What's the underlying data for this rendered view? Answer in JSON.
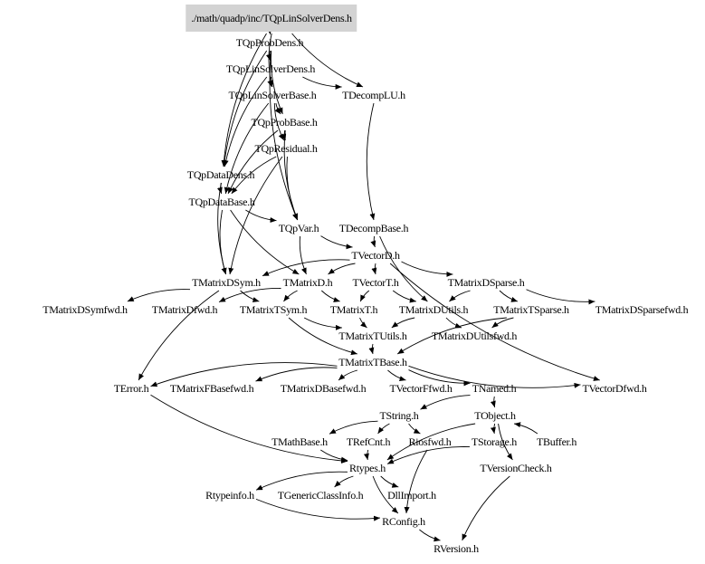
{
  "graph": {
    "root": "./math/quadp/inc/TQpLinSolverDens.h",
    "root_fill": "#d3d3d3",
    "edge_color": "#000000",
    "nodes": [
      "./math/quadp/inc/TQpLinSolverDens.h",
      "TQpProbDens.h",
      "TQpLinSolverDens.h",
      "TQpLinSolverBase.h",
      "TDecompLU.h",
      "TQpProbBase.h",
      "TQpResidual.h",
      "TQpDataDens.h",
      "TQpDataBase.h",
      "TQpVar.h",
      "TDecompBase.h",
      "TVectorD.h",
      "TMatrixDSym.h",
      "TMatrixD.h",
      "TVectorT.h",
      "TMatrixDSparse.h",
      "TMatrixDSymfwd.h",
      "TMatrixDfwd.h",
      "TMatrixTSym.h",
      "TMatrixT.h",
      "TMatrixDUtils.h",
      "TMatrixTSparse.h",
      "TMatrixDSparsefwd.h",
      "TMatrixTUtils.h",
      "TMatrixDUtilsfwd.h",
      "TMatrixTBase.h",
      "TError.h",
      "TMatrixFBasefwd.h",
      "TMatrixDBasefwd.h",
      "TVectorFfwd.h",
      "TNamed.h",
      "TVectorDfwd.h",
      "TString.h",
      "TObject.h",
      "TMathBase.h",
      "TRefCnt.h",
      "Riosfwd.h",
      "TStorage.h",
      "TBuffer.h",
      "Rtypes.h",
      "TVersionCheck.h",
      "Rtypeinfo.h",
      "TGenericClassInfo.h",
      "DllImport.h",
      "RConfig.h",
      "RVersion.h"
    ],
    "edges": [
      [
        "./math/quadp/inc/TQpLinSolverDens.h",
        "TQpProbDens.h"
      ],
      [
        "./math/quadp/inc/TQpLinSolverDens.h",
        "TQpDataDens.h"
      ],
      [
        "./math/quadp/inc/TQpLinSolverDens.h",
        "TDecompLU.h"
      ],
      [
        "./math/quadp/inc/TQpLinSolverDens.h",
        "TQpLinSolverBase.h"
      ],
      [
        "TQpProbDens.h",
        "TQpLinSolverDens.h"
      ],
      [
        "TQpProbDens.h",
        "TQpProbBase.h"
      ],
      [
        "TQpProbDens.h",
        "TQpDataDens.h"
      ],
      [
        "TQpProbDens.h",
        "TQpVar.h"
      ],
      [
        "TQpLinSolverDens.h",
        "TQpLinSolverBase.h"
      ],
      [
        "TQpLinSolverDens.h",
        "TDecompLU.h"
      ],
      [
        "TQpLinSolverDens.h",
        "TQpDataDens.h"
      ],
      [
        "TQpLinSolverBase.h",
        "TQpProbBase.h"
      ],
      [
        "TQpLinSolverBase.h",
        "TQpResidual.h"
      ],
      [
        "TQpLinSolverBase.h",
        "TQpDataBase.h"
      ],
      [
        "TQpProbBase.h",
        "TQpResidual.h"
      ],
      [
        "TQpProbBase.h",
        "TQpDataBase.h"
      ],
      [
        "TQpProbBase.h",
        "TQpVar.h"
      ],
      [
        "TQpResidual.h",
        "TQpDataBase.h"
      ],
      [
        "TQpResidual.h",
        "TQpVar.h"
      ],
      [
        "TQpResidual.h",
        "TMatrixDSym.h"
      ],
      [
        "TQpDataDens.h",
        "TQpDataBase.h"
      ],
      [
        "TQpDataDens.h",
        "TMatrixDSym.h"
      ],
      [
        "TQpDataBase.h",
        "TQpVar.h"
      ],
      [
        "TQpDataBase.h",
        "TMatrixD.h"
      ],
      [
        "TQpDataBase.h",
        "TMatrixDSym.h"
      ],
      [
        "TQpVar.h",
        "TVectorD.h"
      ],
      [
        "TQpVar.h",
        "TMatrixD.h"
      ],
      [
        "TDecompLU.h",
        "TDecompBase.h"
      ],
      [
        "TDecompBase.h",
        "TVectorD.h"
      ],
      [
        "TDecompBase.h",
        "TMatrixDUtils.h"
      ],
      [
        "TVectorD.h",
        "TMatrixD.h"
      ],
      [
        "TVectorD.h",
        "TVectorT.h"
      ],
      [
        "TVectorD.h",
        "TMatrixDSparse.h"
      ],
      [
        "TVectorD.h",
        "TMatrixDSym.h"
      ],
      [
        "TVectorD.h",
        "TVectorDfwd.h"
      ],
      [
        "TMatrixDSym.h",
        "TMatrixDSymfwd.h"
      ],
      [
        "TMatrixDSym.h",
        "TMatrixTSym.h"
      ],
      [
        "TMatrixDSym.h",
        "TError.h"
      ],
      [
        "TMatrixD.h",
        "TMatrixDfwd.h"
      ],
      [
        "TMatrixD.h",
        "TMatrixT.h"
      ],
      [
        "TMatrixD.h",
        "TMatrixTSym.h"
      ],
      [
        "TVectorT.h",
        "TMatrixT.h"
      ],
      [
        "TVectorT.h",
        "TMatrixDUtils.h"
      ],
      [
        "TMatrixDSparse.h",
        "TMatrixTSparse.h"
      ],
      [
        "TMatrixDSparse.h",
        "TMatrixDSparsefwd.h"
      ],
      [
        "TMatrixDSparse.h",
        "TMatrixDUtils.h"
      ],
      [
        "TMatrixTSym.h",
        "TMatrixTUtils.h"
      ],
      [
        "TMatrixTSym.h",
        "TMatrixTBase.h"
      ],
      [
        "TMatrixT.h",
        "TMatrixTUtils.h"
      ],
      [
        "TMatrixDUtils.h",
        "TMatrixTUtils.h"
      ],
      [
        "TMatrixDUtils.h",
        "TMatrixDUtilsfwd.h"
      ],
      [
        "TMatrixTSparse.h",
        "TMatrixTBase.h"
      ],
      [
        "TMatrixTSparse.h",
        "TMatrixDUtilsfwd.h"
      ],
      [
        "TMatrixTUtils.h",
        "TMatrixTBase.h"
      ],
      [
        "TMatrixTBase.h",
        "TError.h"
      ],
      [
        "TMatrixTBase.h",
        "TMatrixFBasefwd.h"
      ],
      [
        "TMatrixTBase.h",
        "TMatrixDBasefwd.h"
      ],
      [
        "TMatrixTBase.h",
        "TVectorFfwd.h"
      ],
      [
        "TMatrixTBase.h",
        "TNamed.h"
      ],
      [
        "TMatrixTBase.h",
        "TVectorDfwd.h"
      ],
      [
        "TNamed.h",
        "TString.h"
      ],
      [
        "TNamed.h",
        "TObject.h"
      ],
      [
        "TString.h",
        "TMathBase.h"
      ],
      [
        "TString.h",
        "TRefCnt.h"
      ],
      [
        "TString.h",
        "Riosfwd.h"
      ],
      [
        "TObject.h",
        "TStorage.h"
      ],
      [
        "TObject.h",
        "Rtypes.h"
      ],
      [
        "TObject.h",
        "TVersionCheck.h"
      ],
      [
        "TBuffer.h",
        "TObject.h"
      ],
      [
        "TError.h",
        "Rtypes.h"
      ],
      [
        "TMathBase.h",
        "Rtypes.h"
      ],
      [
        "TRefCnt.h",
        "Rtypes.h"
      ],
      [
        "TStorage.h",
        "Rtypes.h"
      ],
      [
        "Riosfwd.h",
        "RConfig.h"
      ],
      [
        "Rtypes.h",
        "Rtypeinfo.h"
      ],
      [
        "Rtypes.h",
        "TGenericClassInfo.h"
      ],
      [
        "Rtypes.h",
        "DllImport.h"
      ],
      [
        "Rtypes.h",
        "RConfig.h"
      ],
      [
        "Rtypeinfo.h",
        "RConfig.h"
      ],
      [
        "RConfig.h",
        "RVersion.h"
      ],
      [
        "TVersionCheck.h",
        "RVersion.h"
      ]
    ]
  }
}
